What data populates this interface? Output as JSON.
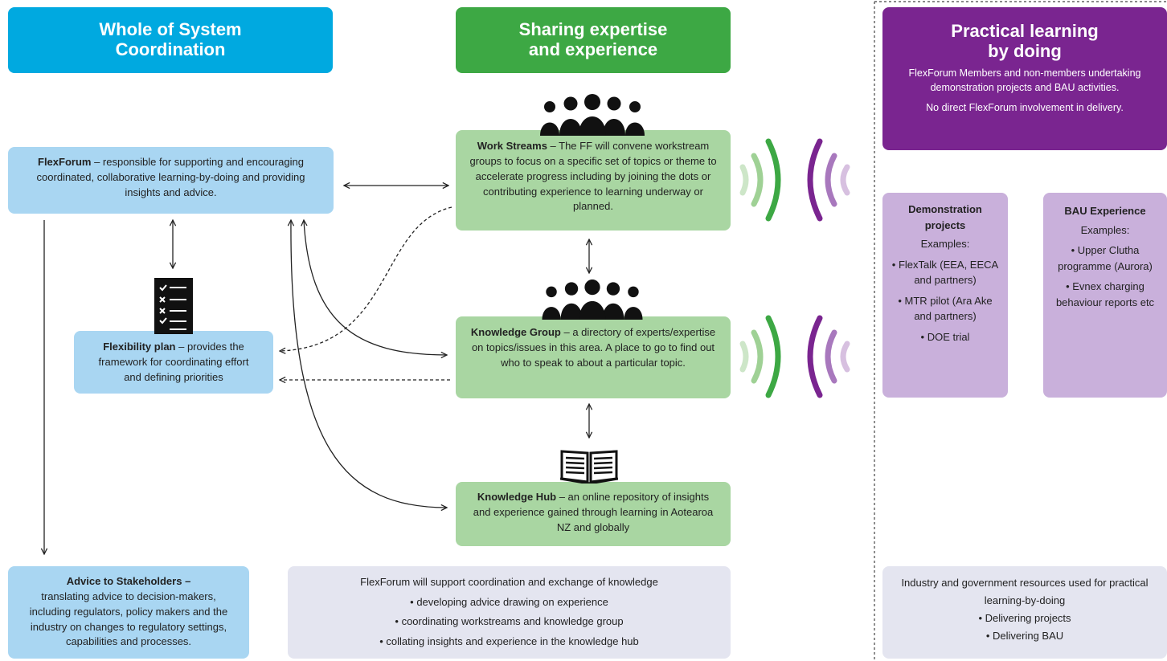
{
  "columns": {
    "coordination": {
      "title": "Whole of System\nCoordination",
      "color": "#00a9e0"
    },
    "sharing": {
      "title": "Sharing expertise\nand experience",
      "color": "#3da844"
    },
    "practical": {
      "title": "Practical learning\nby doing",
      "desc": "FlexForum Members and non-members undertaking demonstration projects and BAU activities.",
      "note": "No direct FlexForum involvement in delivery.",
      "color": "#7a2590"
    }
  },
  "flexforum": {
    "name": "FlexForum",
    "text": " – responsible for supporting and encouraging coordinated, collaborative learning-by-doing and providing insights and advice."
  },
  "flexibility_plan": {
    "name": "Flexibility plan",
    "text": " – provides the framework for coordinating effort and defining priorities"
  },
  "work_streams": {
    "name": "Work Streams",
    "text": " – The FF will convene workstream groups to focus on a specific set of topics or theme to accelerate progress including by joining the dots or contributing experience to learning underway or planned."
  },
  "knowledge_group": {
    "name": "Knowledge Group",
    "text": " – a directory of experts/expertise on topics/issues in this area. A place to go to find out who to speak to about a particular topic."
  },
  "knowledge_hub": {
    "name": "Knowledge Hub",
    "text": " – an online repository of insights and experience gained through learning in Aotearoa NZ and globally"
  },
  "advice": {
    "name": "Advice to Stakeholders",
    "suffix": " –",
    "text": "translating advice to decision-makers, including regulators, policy makers and the industry on changes to regulatory settings, capabilities and processes."
  },
  "support": {
    "intro": "FlexForum will support coordination and exchange of knowledge",
    "items": [
      "developing advice drawing on experience",
      "coordinating workstreams and knowledge group",
      "collating insights and experience in the knowledge hub"
    ]
  },
  "demo": {
    "title": "Demonstration projects",
    "examples_label": "Examples:",
    "items": [
      "FlexTalk (EEA, EECA and partners)",
      "MTR pilot (Ara Ake and partners)",
      "DOE trial"
    ]
  },
  "bau": {
    "title": "BAU Experience",
    "examples_label": "Examples:",
    "items": [
      "Upper Clutha programme (Aurora)",
      "Evnex charging behaviour reports etc"
    ]
  },
  "resources": {
    "intro": "Industry and government resources used for practical learning-by-doing",
    "items": [
      "Delivering projects",
      "Delivering BAU"
    ]
  },
  "icons": [
    "people-group-icon",
    "checklist-icon",
    "open-book-icon",
    "signal-waves-icon"
  ],
  "colors": {
    "box_blue": "#a9d6f2",
    "box_green": "#a9d6a2",
    "box_lavender": "#c9b0db",
    "box_grey": "#e4e5f0"
  }
}
